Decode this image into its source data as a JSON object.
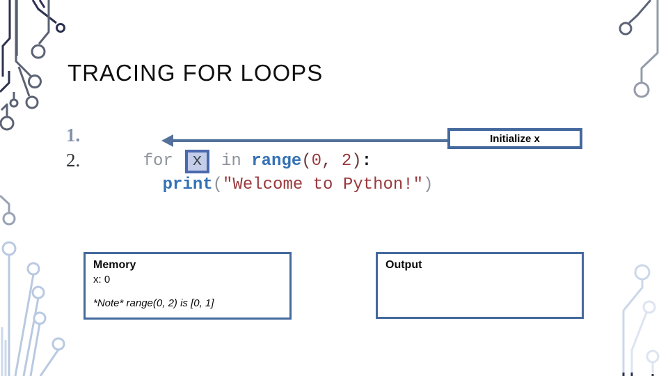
{
  "slide": {
    "title": "TRACING FOR LOOPS"
  },
  "code": {
    "line1": {
      "number": "1.",
      "kw_for": "for ",
      "var": "x",
      "kw_in": " in ",
      "fn": "range",
      "open": "(",
      "arg0": "0",
      "sep": ", ",
      "arg1": "2",
      "close": ")",
      "colon": ":"
    },
    "line2": {
      "number": "2.",
      "fn": "print",
      "open": "(",
      "str": "\"Welcome to Python!\"",
      "close": ")"
    }
  },
  "callout": {
    "label": "Initialize x"
  },
  "memory_panel": {
    "title": "Memory",
    "entries": [
      "x: 0"
    ],
    "note": "*Note* range(0, 2) is [0, 1]"
  },
  "output_panel": {
    "title": "Output"
  },
  "colors": {
    "panel_border": "#44699d",
    "arrow": "#54719b",
    "highlight_border": "#4a69ae",
    "highlight_fill": "#c4cde9",
    "keyword_gray": "#8d939c",
    "function_blue": "#3571b4",
    "literal_red": "#99393c",
    "circuit_dark_navy": "#2c3150",
    "circuit_slate": "#5b6275",
    "circuit_light_blue": "#b9c9e1",
    "circuit_pale_blue": "#ccd7e9"
  }
}
